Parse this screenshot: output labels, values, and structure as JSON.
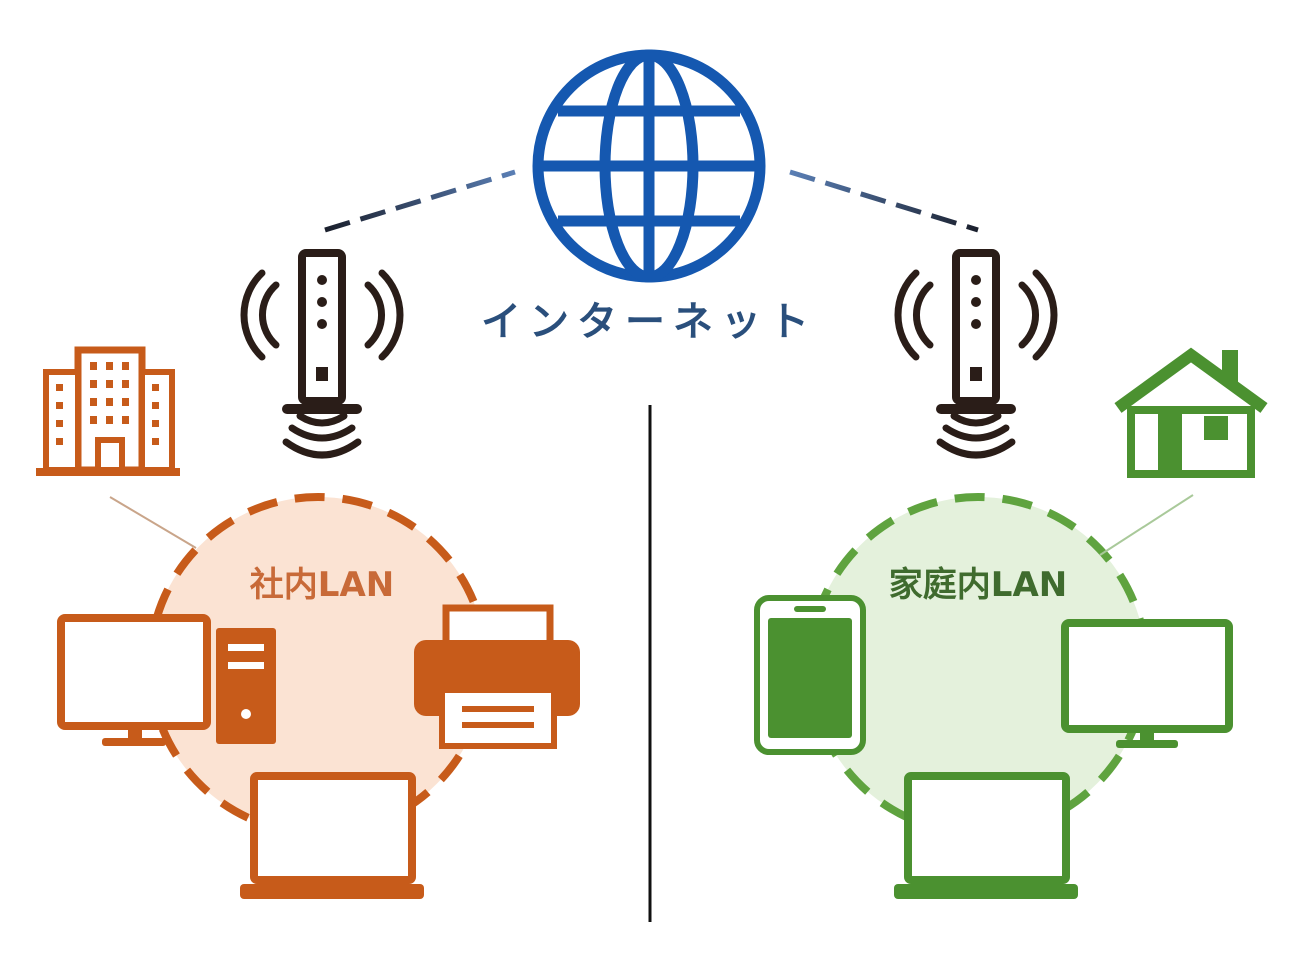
{
  "internet": {
    "label": "インターネット"
  },
  "office": {
    "lan_label": "社内LAN"
  },
  "home": {
    "lan_label": "家庭内LAN"
  },
  "colors": {
    "globe_blue": "#1558b0",
    "internet_text": "#2a4f7c",
    "router_dark": "#2a1d18",
    "office_orange": "#c75b1a",
    "office_fill": "#fbe3d3",
    "home_green": "#4b9130",
    "home_fill": "#e4f1dc",
    "office_text": "#c86a38",
    "home_text": "#3f6b2e",
    "divider": "#111111"
  },
  "icons": [
    "globe-icon",
    "router-icon",
    "wifi-signal-icon",
    "office-building-icon",
    "house-icon",
    "monitor-icon",
    "desktop-tower-icon",
    "printer-icon",
    "laptop-icon",
    "tablet-icon"
  ]
}
